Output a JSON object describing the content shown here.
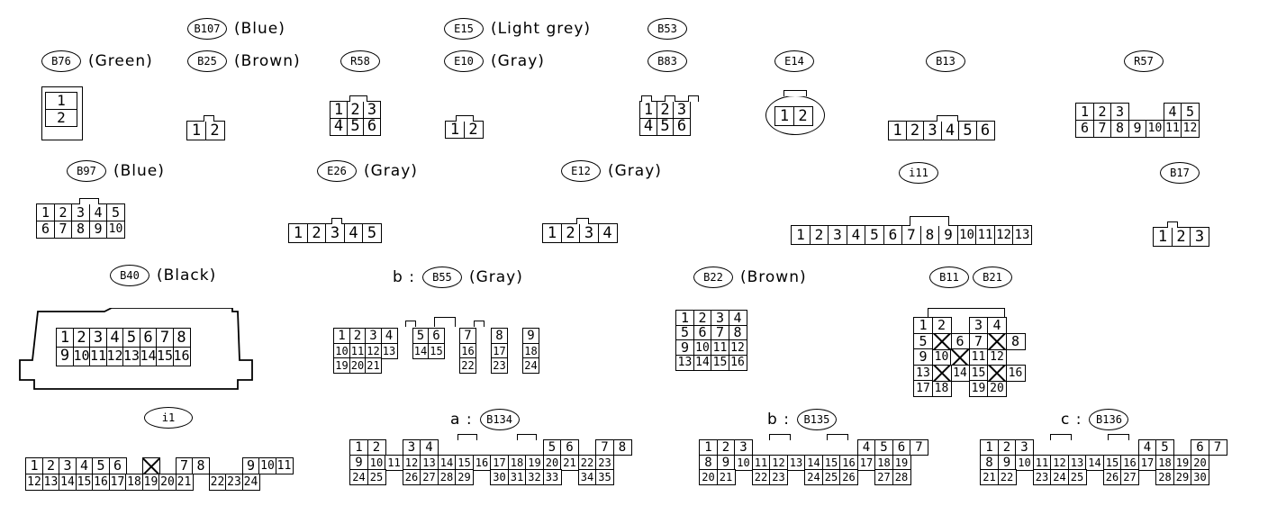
{
  "labels": {
    "b107": {
      "code": "B107",
      "color": "(Blue)"
    },
    "b76": {
      "code": "B76",
      "color": "(Green)"
    },
    "b25": {
      "code": "B25",
      "color": "(Brown)"
    },
    "r58": {
      "code": "R58",
      "color": ""
    },
    "e15": {
      "code": "E15",
      "color": "(Light grey)"
    },
    "e10": {
      "code": "E10",
      "color": "(Gray)"
    },
    "b53": {
      "code": "B53",
      "color": ""
    },
    "b83": {
      "code": "B83",
      "color": ""
    },
    "e14": {
      "code": "E14",
      "color": ""
    },
    "b13": {
      "code": "B13",
      "color": ""
    },
    "r57": {
      "code": "R57",
      "color": ""
    },
    "b97": {
      "code": "B97",
      "color": "(Blue)"
    },
    "e26": {
      "code": "E26",
      "color": "(Gray)"
    },
    "e12": {
      "code": "E12",
      "color": "(Gray)"
    },
    "i11": {
      "code": "i11",
      "color": ""
    },
    "b17": {
      "code": "B17",
      "color": ""
    },
    "b40": {
      "code": "B40",
      "color": "(Black)"
    },
    "b55": {
      "prefix": "b :",
      "code": "B55",
      "color": "(Gray)"
    },
    "b22": {
      "code": "B22",
      "color": "(Brown)"
    },
    "b11": {
      "code": "B11",
      "color": ""
    },
    "b21": {
      "code": "B21",
      "color": ""
    },
    "i1": {
      "code": "i1",
      "color": ""
    },
    "b134": {
      "prefix": "a :",
      "code": "B134",
      "color": ""
    },
    "b135": {
      "prefix": "b :",
      "code": "B135",
      "color": ""
    },
    "b136": {
      "prefix": "c :",
      "code": "B136",
      "color": ""
    }
  },
  "connectors": {
    "b76": [
      [
        "1"
      ],
      [
        "2"
      ]
    ],
    "b25": [
      [
        "1",
        "2"
      ]
    ],
    "r58": [
      [
        "1",
        "2",
        "3"
      ],
      [
        "4",
        "5",
        "6"
      ]
    ],
    "e10": [
      [
        "1",
        "2"
      ]
    ],
    "b83": [
      [
        "1",
        "2",
        "3"
      ],
      [
        "4",
        "5",
        "6"
      ]
    ],
    "e14": [
      [
        "1",
        "2"
      ]
    ],
    "b13": [
      [
        "1",
        "2",
        "3",
        "4",
        "5",
        "6"
      ]
    ],
    "r57": [
      [
        "1",
        "2",
        "3",
        "",
        "",
        "4",
        "5"
      ],
      [
        "6",
        "7",
        "8",
        "9",
        "10",
        "11",
        "12"
      ]
    ],
    "b97": [
      [
        "1",
        "2",
        "3",
        "4",
        "5"
      ],
      [
        "6",
        "7",
        "8",
        "9",
        "10"
      ]
    ],
    "e26": [
      [
        "1",
        "2",
        "3",
        "4",
        "5"
      ]
    ],
    "e12": [
      [
        "1",
        "2",
        "3",
        "4"
      ]
    ],
    "i11": [
      [
        "1",
        "2",
        "3",
        "4",
        "5",
        "6",
        "7",
        "8",
        "9",
        "10",
        "11",
        "12",
        "13"
      ]
    ],
    "b17": [
      [
        "1",
        "2",
        "3"
      ]
    ],
    "b40": [
      [
        "1",
        "2",
        "3",
        "4",
        "5",
        "6",
        "7",
        "8"
      ],
      [
        "9",
        "10",
        "11",
        "12",
        "13",
        "14",
        "15",
        "16"
      ]
    ],
    "b55": [
      [
        "1",
        "2",
        "3",
        "4",
        "",
        "5",
        "6",
        "",
        "7",
        "",
        "8",
        "",
        "9"
      ],
      [
        "10",
        "11",
        "12",
        "13",
        "",
        "14",
        "15",
        "",
        "16",
        "",
        "17",
        "",
        "18"
      ],
      [
        "19",
        "20",
        "21",
        "",
        "",
        "",
        "",
        "",
        "22",
        "",
        "23",
        "",
        "24"
      ]
    ],
    "b22": [
      [
        "1",
        "2",
        "3",
        "4"
      ],
      [
        "5",
        "6",
        "7",
        "8"
      ],
      [
        "9",
        "10",
        "11",
        "12"
      ],
      [
        "13",
        "14",
        "15",
        "16"
      ]
    ],
    "b11": [
      [
        "1",
        "2",
        "",
        "3",
        "4"
      ],
      [
        "5",
        "X",
        "6",
        "7",
        "X",
        "8"
      ],
      [
        "9",
        "10",
        "X",
        "11",
        "12"
      ],
      [
        "13",
        "X",
        "14",
        "15",
        "X",
        "16"
      ],
      [
        "17",
        "18",
        "",
        "19",
        "20"
      ]
    ],
    "i1": [
      [
        "1",
        "2",
        "3",
        "4",
        "5",
        "6",
        "",
        "X",
        "",
        "7",
        "8",
        "",
        "",
        " 9",
        "10",
        "11"
      ],
      [
        "12",
        "13",
        "14",
        "15",
        "16",
        "17",
        "18",
        "19",
        "20",
        "21",
        "",
        "22",
        "23",
        "24"
      ]
    ],
    "b134": [
      [
        "1",
        "2",
        "",
        "3",
        "4",
        "",
        "",
        "",
        "",
        "",
        "",
        "5",
        "6",
        "",
        "7",
        "8"
      ],
      [
        "9",
        "10",
        "11",
        "12",
        "13",
        "14",
        "15",
        "16",
        "17",
        "18",
        "19",
        "20",
        "21",
        "22",
        "23"
      ],
      [
        "24",
        "25",
        "",
        "26",
        "27",
        "28",
        "29",
        "",
        "30",
        "31",
        "32",
        "33",
        "",
        "34",
        "35"
      ]
    ],
    "b135": [
      [
        "1",
        "2",
        "3",
        "",
        "",
        "",
        "",
        "",
        "",
        "4",
        "5",
        "6",
        "7"
      ],
      [
        "8",
        "9",
        "10",
        "11",
        "12",
        "13",
        "14",
        "15",
        "16",
        "17",
        "18",
        "19"
      ],
      [
        "20",
        "21",
        "",
        "22",
        "23",
        "",
        "24",
        "25",
        "26",
        "",
        "27",
        "28"
      ]
    ],
    "b136": [
      [
        "1",
        "2",
        "3",
        "",
        "",
        "",
        "",
        "",
        "",
        "4",
        "5",
        "",
        "6",
        "7"
      ],
      [
        "8",
        "9",
        "10",
        "11",
        "12",
        "13",
        "14",
        "15",
        "16",
        "17",
        "18",
        "19",
        "20"
      ],
      [
        "21",
        "22",
        "",
        "23",
        "24",
        "25",
        "",
        "26",
        "27",
        "",
        "28",
        "29",
        "30"
      ]
    ]
  }
}
